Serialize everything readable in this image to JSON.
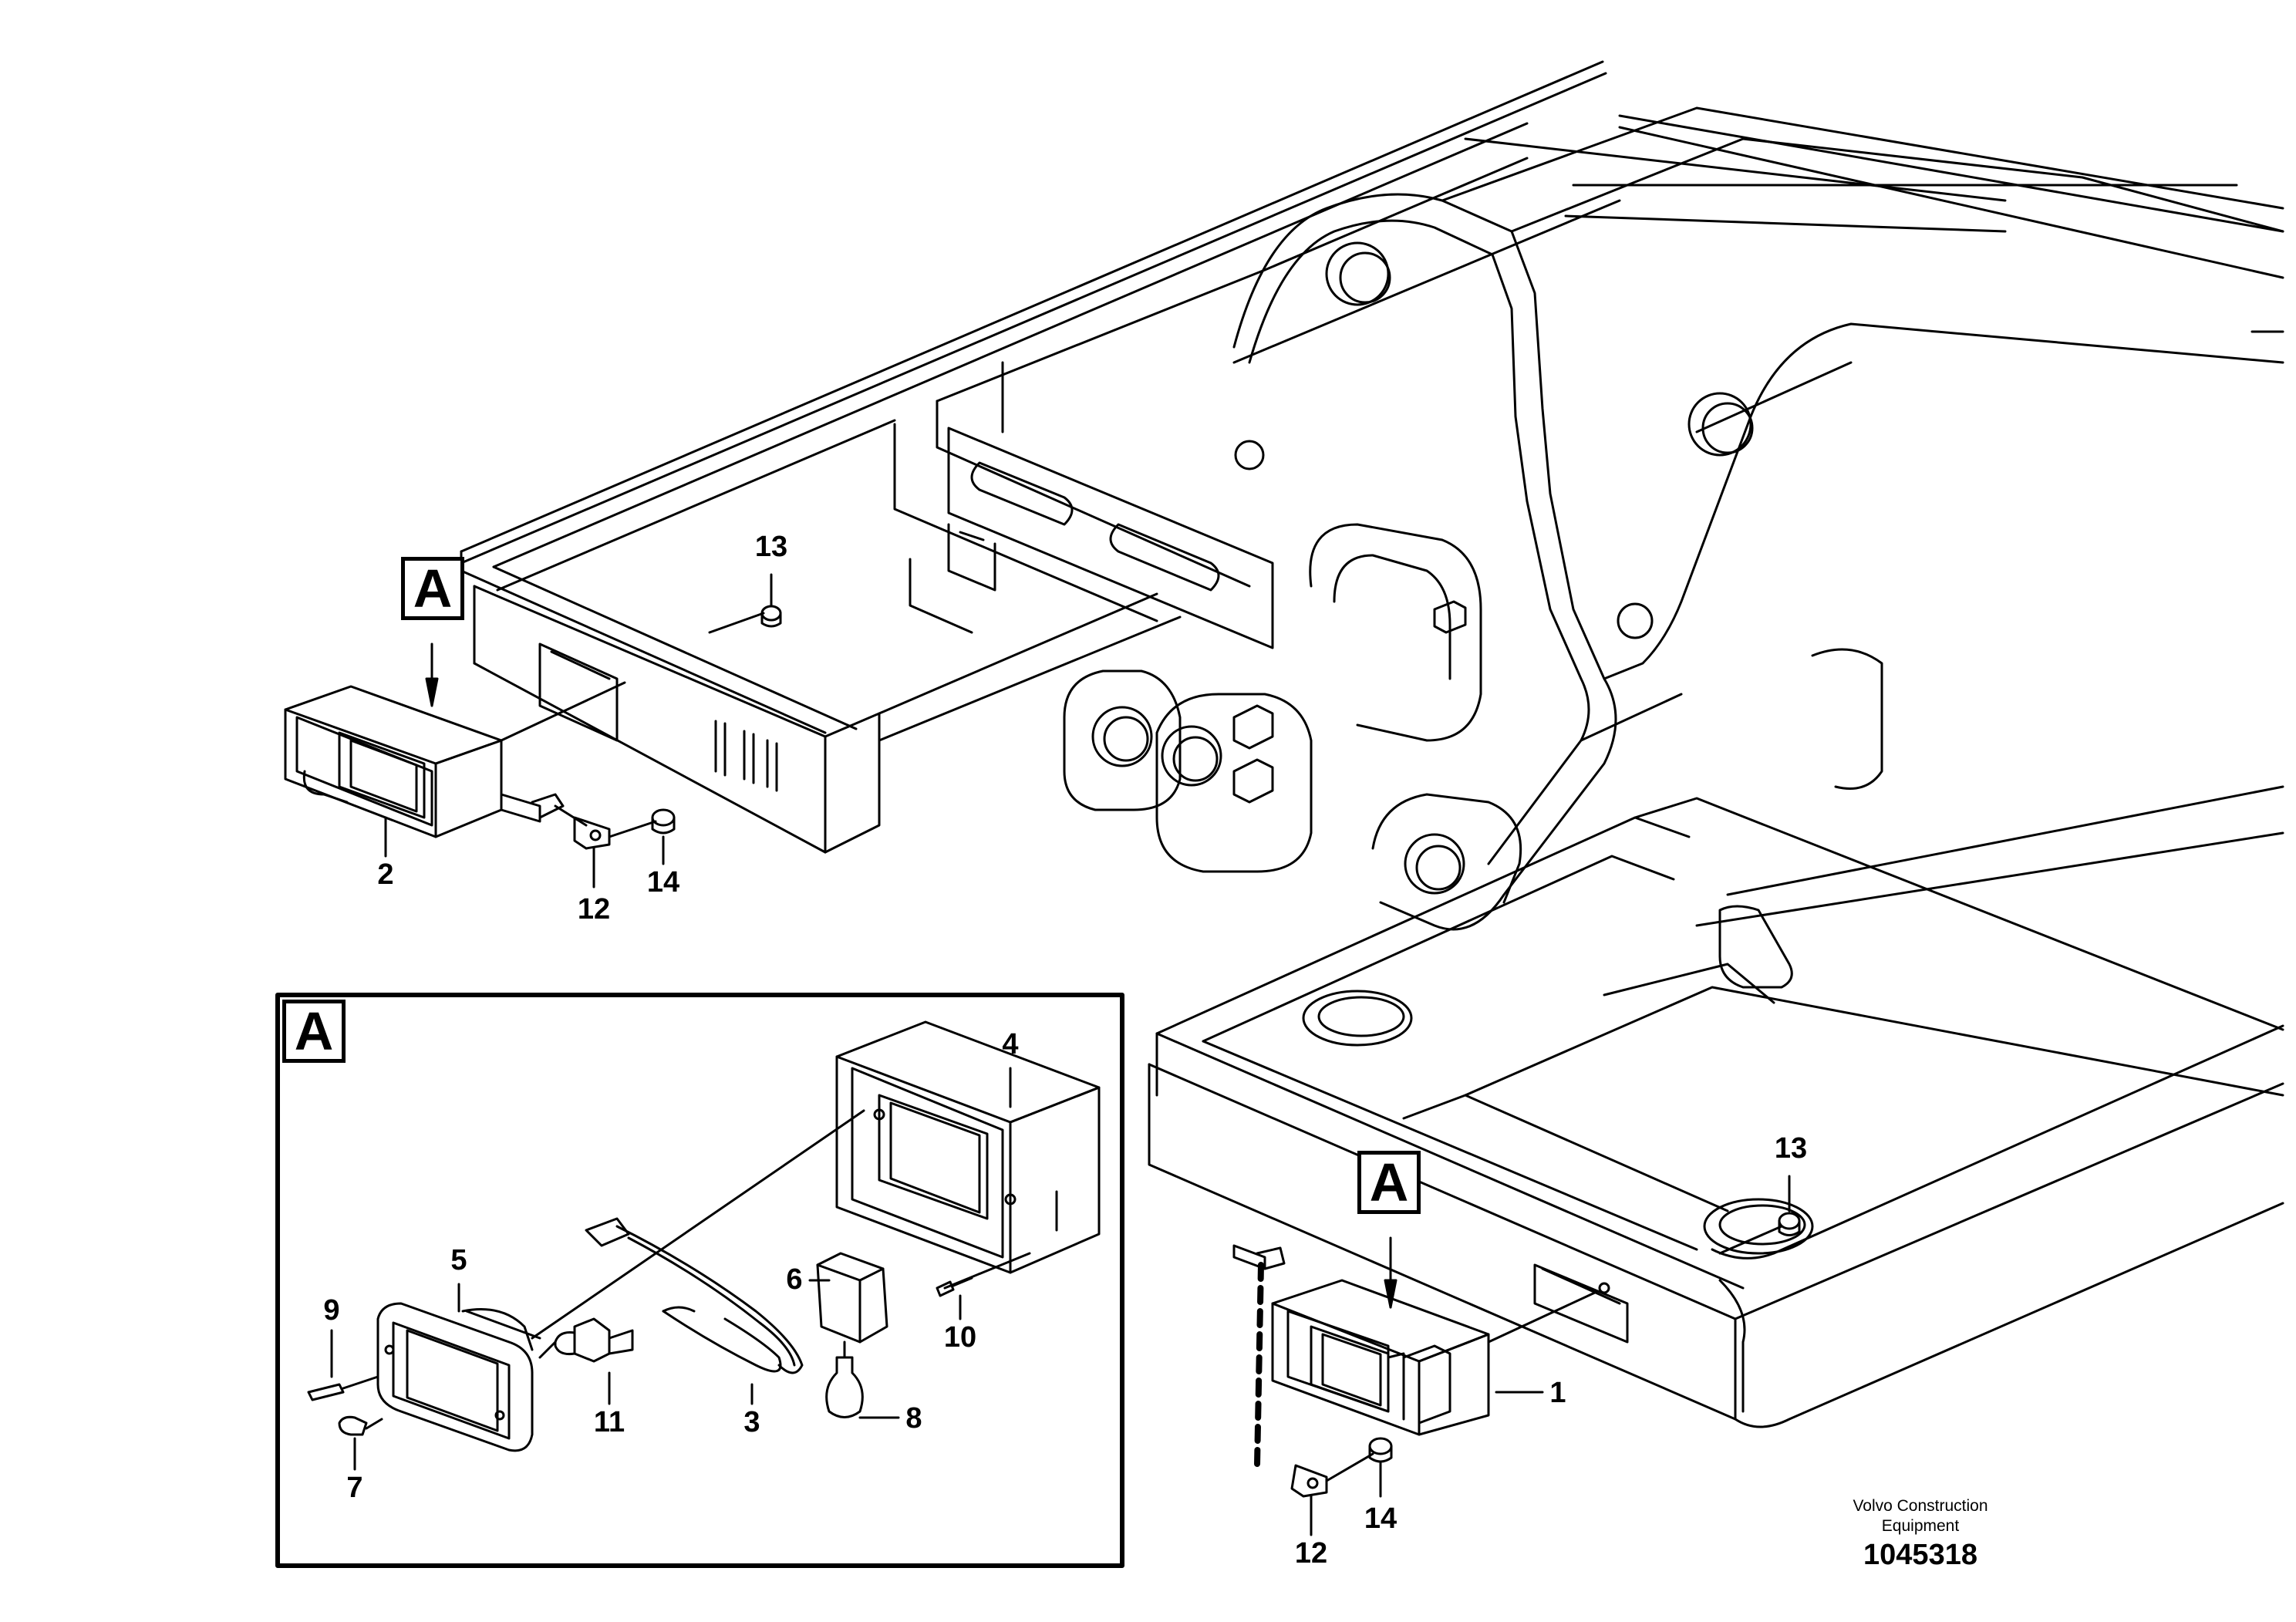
{
  "diagram": {
    "detail_marker": "A",
    "inset_label": "A",
    "callouts": {
      "c1": "1",
      "c2": "2",
      "c3": "3",
      "c4": "4",
      "c5": "5",
      "c6": "6",
      "c7": "7",
      "c8": "8",
      "c9": "9",
      "c10": "10",
      "c11": "11",
      "c12_left": "12",
      "c12_right": "12",
      "c13_left": "13",
      "c13_right": "13",
      "c14_left": "14",
      "c14_right": "14"
    }
  },
  "footer": {
    "company_line1": "Volvo Construction",
    "company_line2": "Equipment",
    "drawing_number": "1045318"
  }
}
